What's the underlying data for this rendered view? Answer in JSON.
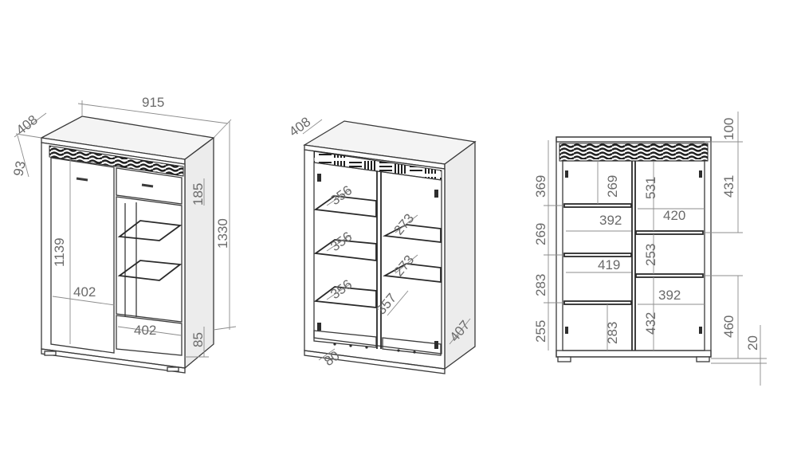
{
  "front_view": {
    "width_top": "915",
    "depth_top": "408",
    "plinth_left": "93",
    "door_height": "1139",
    "total_height": "1330",
    "drawer_top_height": "185",
    "door_width": "402",
    "drawer_width": "402",
    "drawer_bottom_height": "85"
  },
  "open_view": {
    "depth": "408",
    "shelf_left_1": "356",
    "shelf_left_2": "356",
    "shelf_left_3": "356",
    "shelf_left_4": "357",
    "shelf_right_1": "273",
    "shelf_right_2": "273",
    "base_depth": "407",
    "plinth": "80"
  },
  "elevation_view": {
    "left_369": "369",
    "left_269": "269",
    "left_283": "283",
    "left_255": "255",
    "inner_269": "269",
    "inner_392_top": "392",
    "inner_419": "419",
    "inner_283": "283",
    "mid_531": "531",
    "mid_420": "420",
    "mid_253": "253",
    "mid_392": "392",
    "mid_432": "432",
    "right_100": "100",
    "right_431": "431",
    "right_460": "460",
    "right_20": "20"
  }
}
